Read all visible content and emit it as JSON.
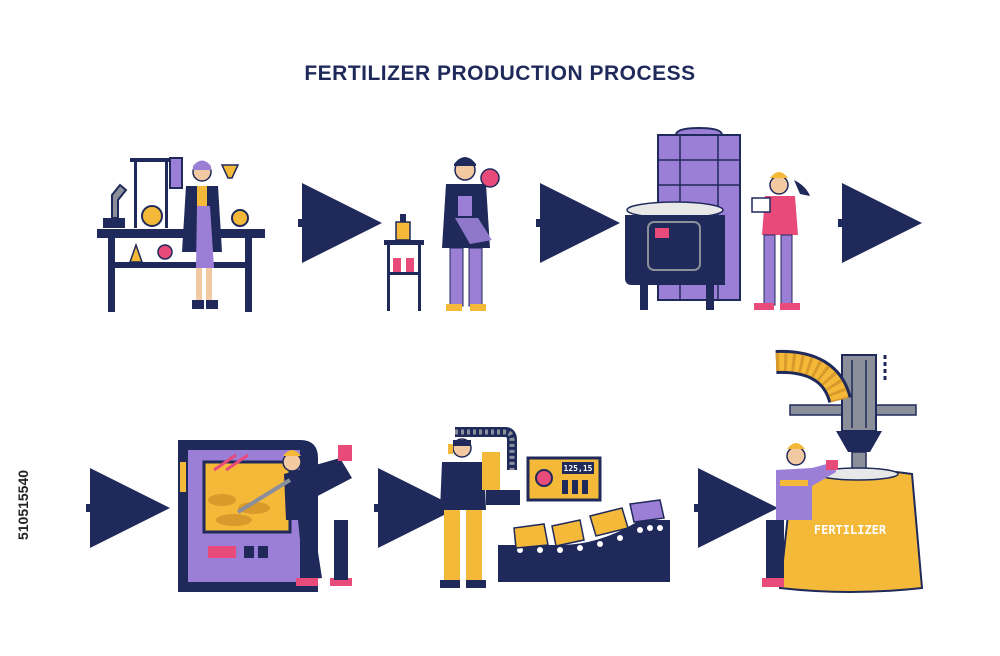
{
  "title": "FERTILIZER PRODUCTION PROCESS",
  "stock_id": "510515540",
  "bag_label": "FERTILIZER",
  "display_value": "125,15",
  "steps": [
    {
      "id": 1,
      "icon": "lab-scientist"
    },
    {
      "id": 2,
      "icon": "researcher-with-sample"
    },
    {
      "id": 3,
      "icon": "mixing-tank-worker"
    },
    {
      "id": 4,
      "icon": "furnace-worker"
    },
    {
      "id": 5,
      "icon": "conveyor-operator"
    },
    {
      "id": 6,
      "icon": "bagging-worker"
    }
  ],
  "colors": {
    "navy": "#1f2a5a",
    "purple": "#9b7fd6",
    "yellow": "#f5b93a",
    "pink": "#e84a7a",
    "gray": "#8a8f99"
  }
}
